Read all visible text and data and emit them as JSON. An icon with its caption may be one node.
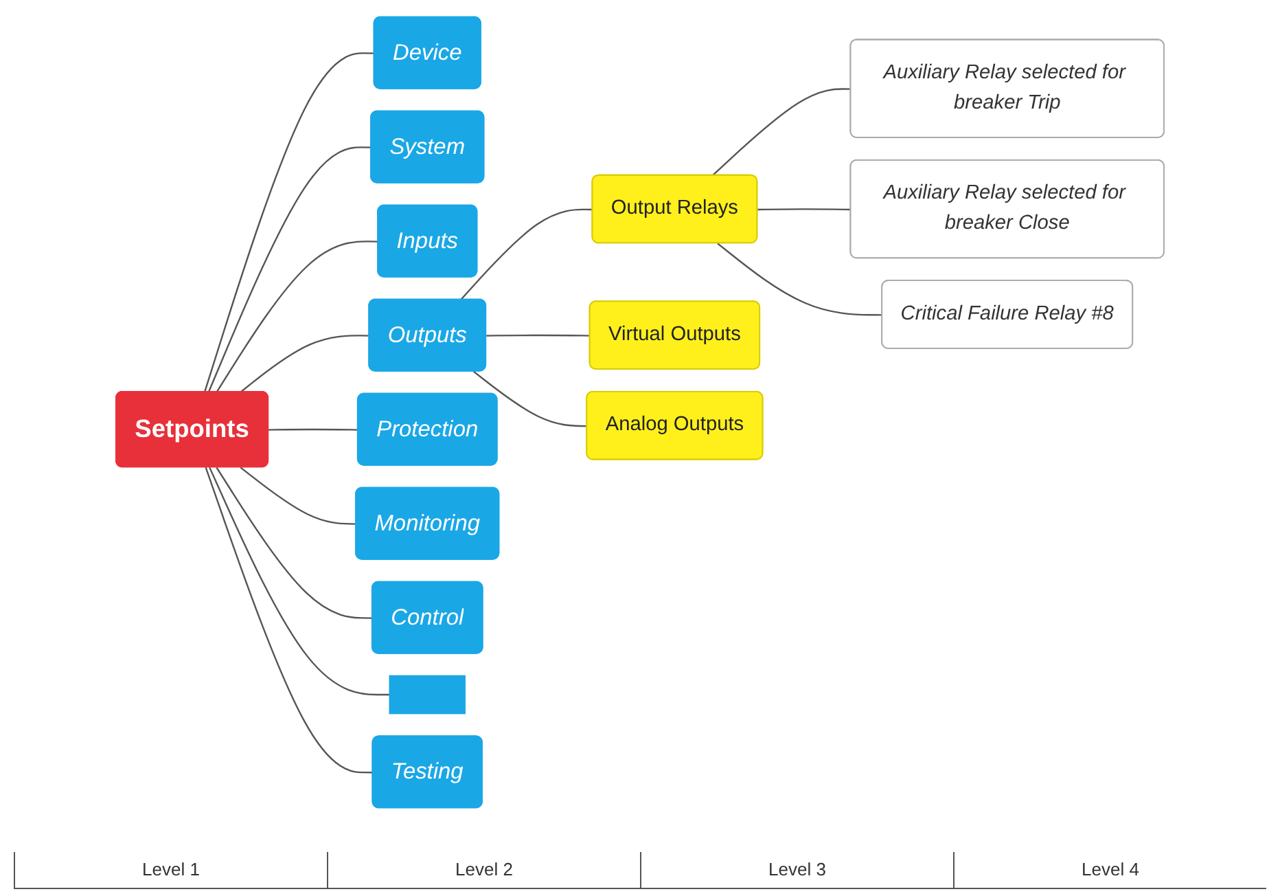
{
  "diagram": {
    "nodes": [
      {
        "text": [
          "Setpoints"
        ]
      },
      {
        "text": [
          "Device"
        ]
      },
      {
        "text": [
          "System"
        ]
      },
      {
        "text": [
          "Inputs"
        ]
      },
      {
        "text": [
          "Outputs"
        ]
      },
      {
        "text": [
          "Protection"
        ]
      },
      {
        "text": [
          "Monitoring"
        ]
      },
      {
        "text": [
          "Control"
        ]
      },
      {
        "text": [],
        "shape": "box"
      },
      {
        "text": [
          "Testing"
        ]
      },
      {
        "text": [
          "Output Relays"
        ]
      },
      {
        "text": [
          "Virtual Outputs"
        ]
      },
      {
        "text": [
          "Analog Outputs"
        ]
      },
      {
        "text": [
          "Auxiliary Relay selected for breaker Trip"
        ]
      },
      {
        "text": [
          "Auxiliary Relay selected for breaker Close"
        ]
      },
      {
        "text": [
          "Critical Failure Relay #8"
        ]
      }
    ],
    "edges": [
      {
        "from": 0,
        "to": 1,
        "arrow": "none"
      },
      {
        "from": 0,
        "to": 2,
        "arrow": "none"
      },
      {
        "from": 0,
        "to": 3,
        "arrow": "none"
      },
      {
        "from": 0,
        "to": 4,
        "arrow": "none"
      },
      {
        "from": 0,
        "to": 5,
        "arrow": "none"
      },
      {
        "from": 0,
        "to": 6,
        "arrow": "none"
      },
      {
        "from": 0,
        "to": 7,
        "arrow": "none"
      },
      {
        "from": 0,
        "to": 8,
        "arrow": "none"
      },
      {
        "from": 0,
        "to": 9,
        "arrow": "none"
      },
      {
        "from": 4,
        "to": 10,
        "arrow": "none"
      },
      {
        "from": 4,
        "to": 11,
        "arrow": "none"
      },
      {
        "from": 4,
        "to": 12,
        "arrow": "none"
      },
      {
        "from": 10,
        "to": 13,
        "arrow": "none"
      },
      {
        "from": 10,
        "to": 14,
        "arrow": "none"
      },
      {
        "from": 10,
        "to": 15,
        "arrow": "none"
      }
    ],
    "labels": [
      "Level 1",
      "Level 2",
      "Level 3",
      "Level 4"
    ]
  }
}
